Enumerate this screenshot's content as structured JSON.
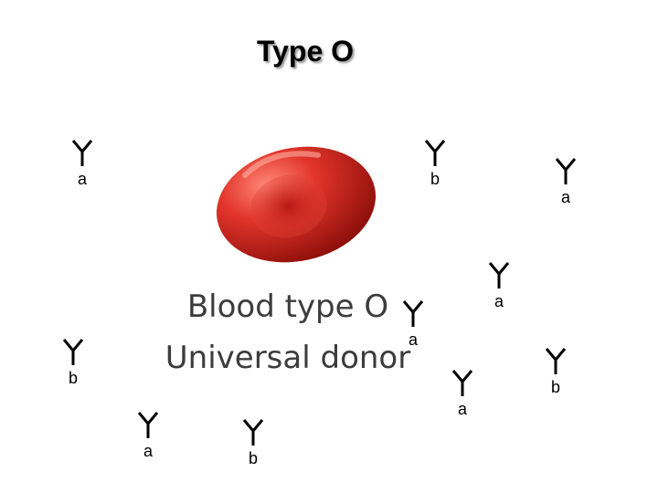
{
  "title": "Type O",
  "cell": {
    "caption_line1": "Blood type O",
    "caption_line2": "Universal donor",
    "colors": {
      "light": "#ff6a5a",
      "mid": "#d7261d",
      "dark": "#8e0f0b"
    }
  },
  "antibody_color": "#000000",
  "antibodies": [
    {
      "label": "a"
    },
    {
      "label": "b"
    },
    {
      "label": "a"
    },
    {
      "label": "a"
    },
    {
      "label": "a"
    },
    {
      "label": "b"
    },
    {
      "label": "b"
    },
    {
      "label": "a"
    },
    {
      "label": "a"
    },
    {
      "label": "b"
    }
  ]
}
